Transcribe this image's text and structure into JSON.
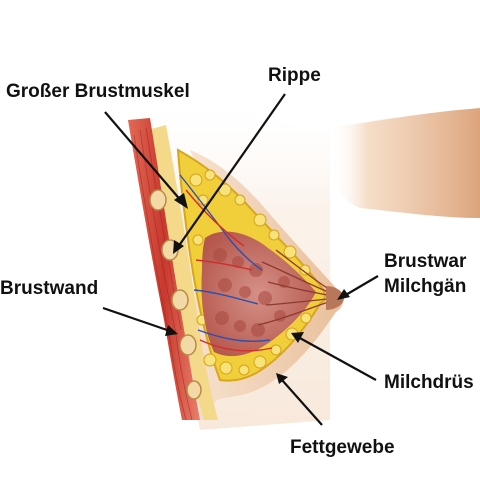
{
  "labels": {
    "grosser_brustmuskel": "Großer Brustmuskel",
    "rippe": "Rippe",
    "brustwand": "Brustwand",
    "brustwarze": "Brustwar",
    "milchgaenge": "Milchgän",
    "milchdruesen": "Milchdrüs",
    "fettgewebe": "Fettgewebe"
  },
  "colors": {
    "skin": "#f3d7bd",
    "skin_shadow": "#e2b793",
    "muscle": "#c8392e",
    "muscle_light": "#e87a66",
    "fat": "#f2d23a",
    "fat_dark": "#d8a61e",
    "gland": "#c9786e",
    "lobule": "#a8493f",
    "vein": "#2d4fb0",
    "artery": "#d22e2e",
    "arm": "#e6b48e",
    "pointer": "#111111"
  }
}
